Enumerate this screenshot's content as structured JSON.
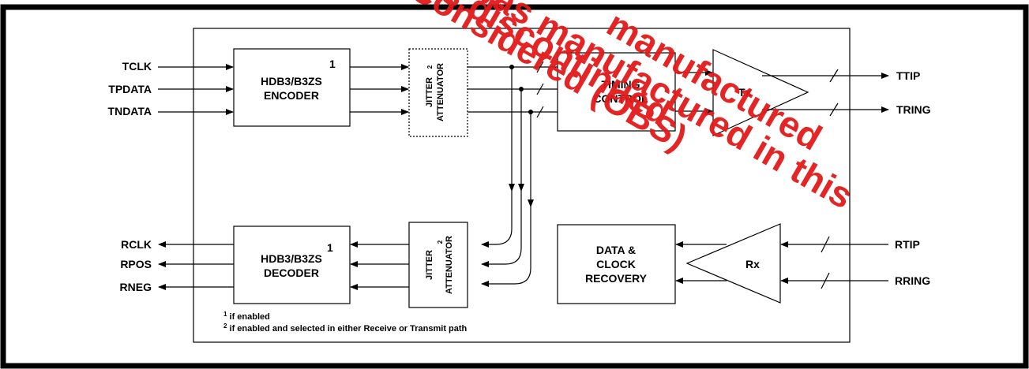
{
  "inputs_tx": [
    "TCLK",
    "TPDATA",
    "TNDATA"
  ],
  "outputs_rx": [
    "RCLK",
    "RPOS",
    "RNEG"
  ],
  "line_outputs": [
    "TTIP",
    "TRING"
  ],
  "line_inputs": [
    "RTIP",
    "RRING"
  ],
  "encoder": {
    "line1": "HDB3/B3ZS",
    "line2": "ENCODER",
    "note": "1"
  },
  "decoder": {
    "line1": "HDB3/B3ZS",
    "line2": "DECODER",
    "note": "1"
  },
  "jitter_tx": {
    "line1": "JITTER",
    "line2": "ATTENUATOR",
    "note": "2"
  },
  "jitter_rx": {
    "line1": "JITTER",
    "line2": "ATTENUATOR",
    "note": "2"
  },
  "timing": {
    "line1": "TIMING",
    "line2": "CONTROL"
  },
  "tx_label": "Tx",
  "rx_label": "Rx",
  "recovery": {
    "line1": "DATA &",
    "line2": "CLOCK",
    "line3": "RECOVERY"
  },
  "footnotes": [
    {
      "mark": "1",
      "text": " if enabled"
    },
    {
      "mark": "2",
      "text": " if enabled and selected in either Receive  or Transmit path"
    }
  ],
  "watermark": [
    "is discontinued",
    "was manufactured in this",
    "Considered (OBS)",
    "manufactured"
  ]
}
